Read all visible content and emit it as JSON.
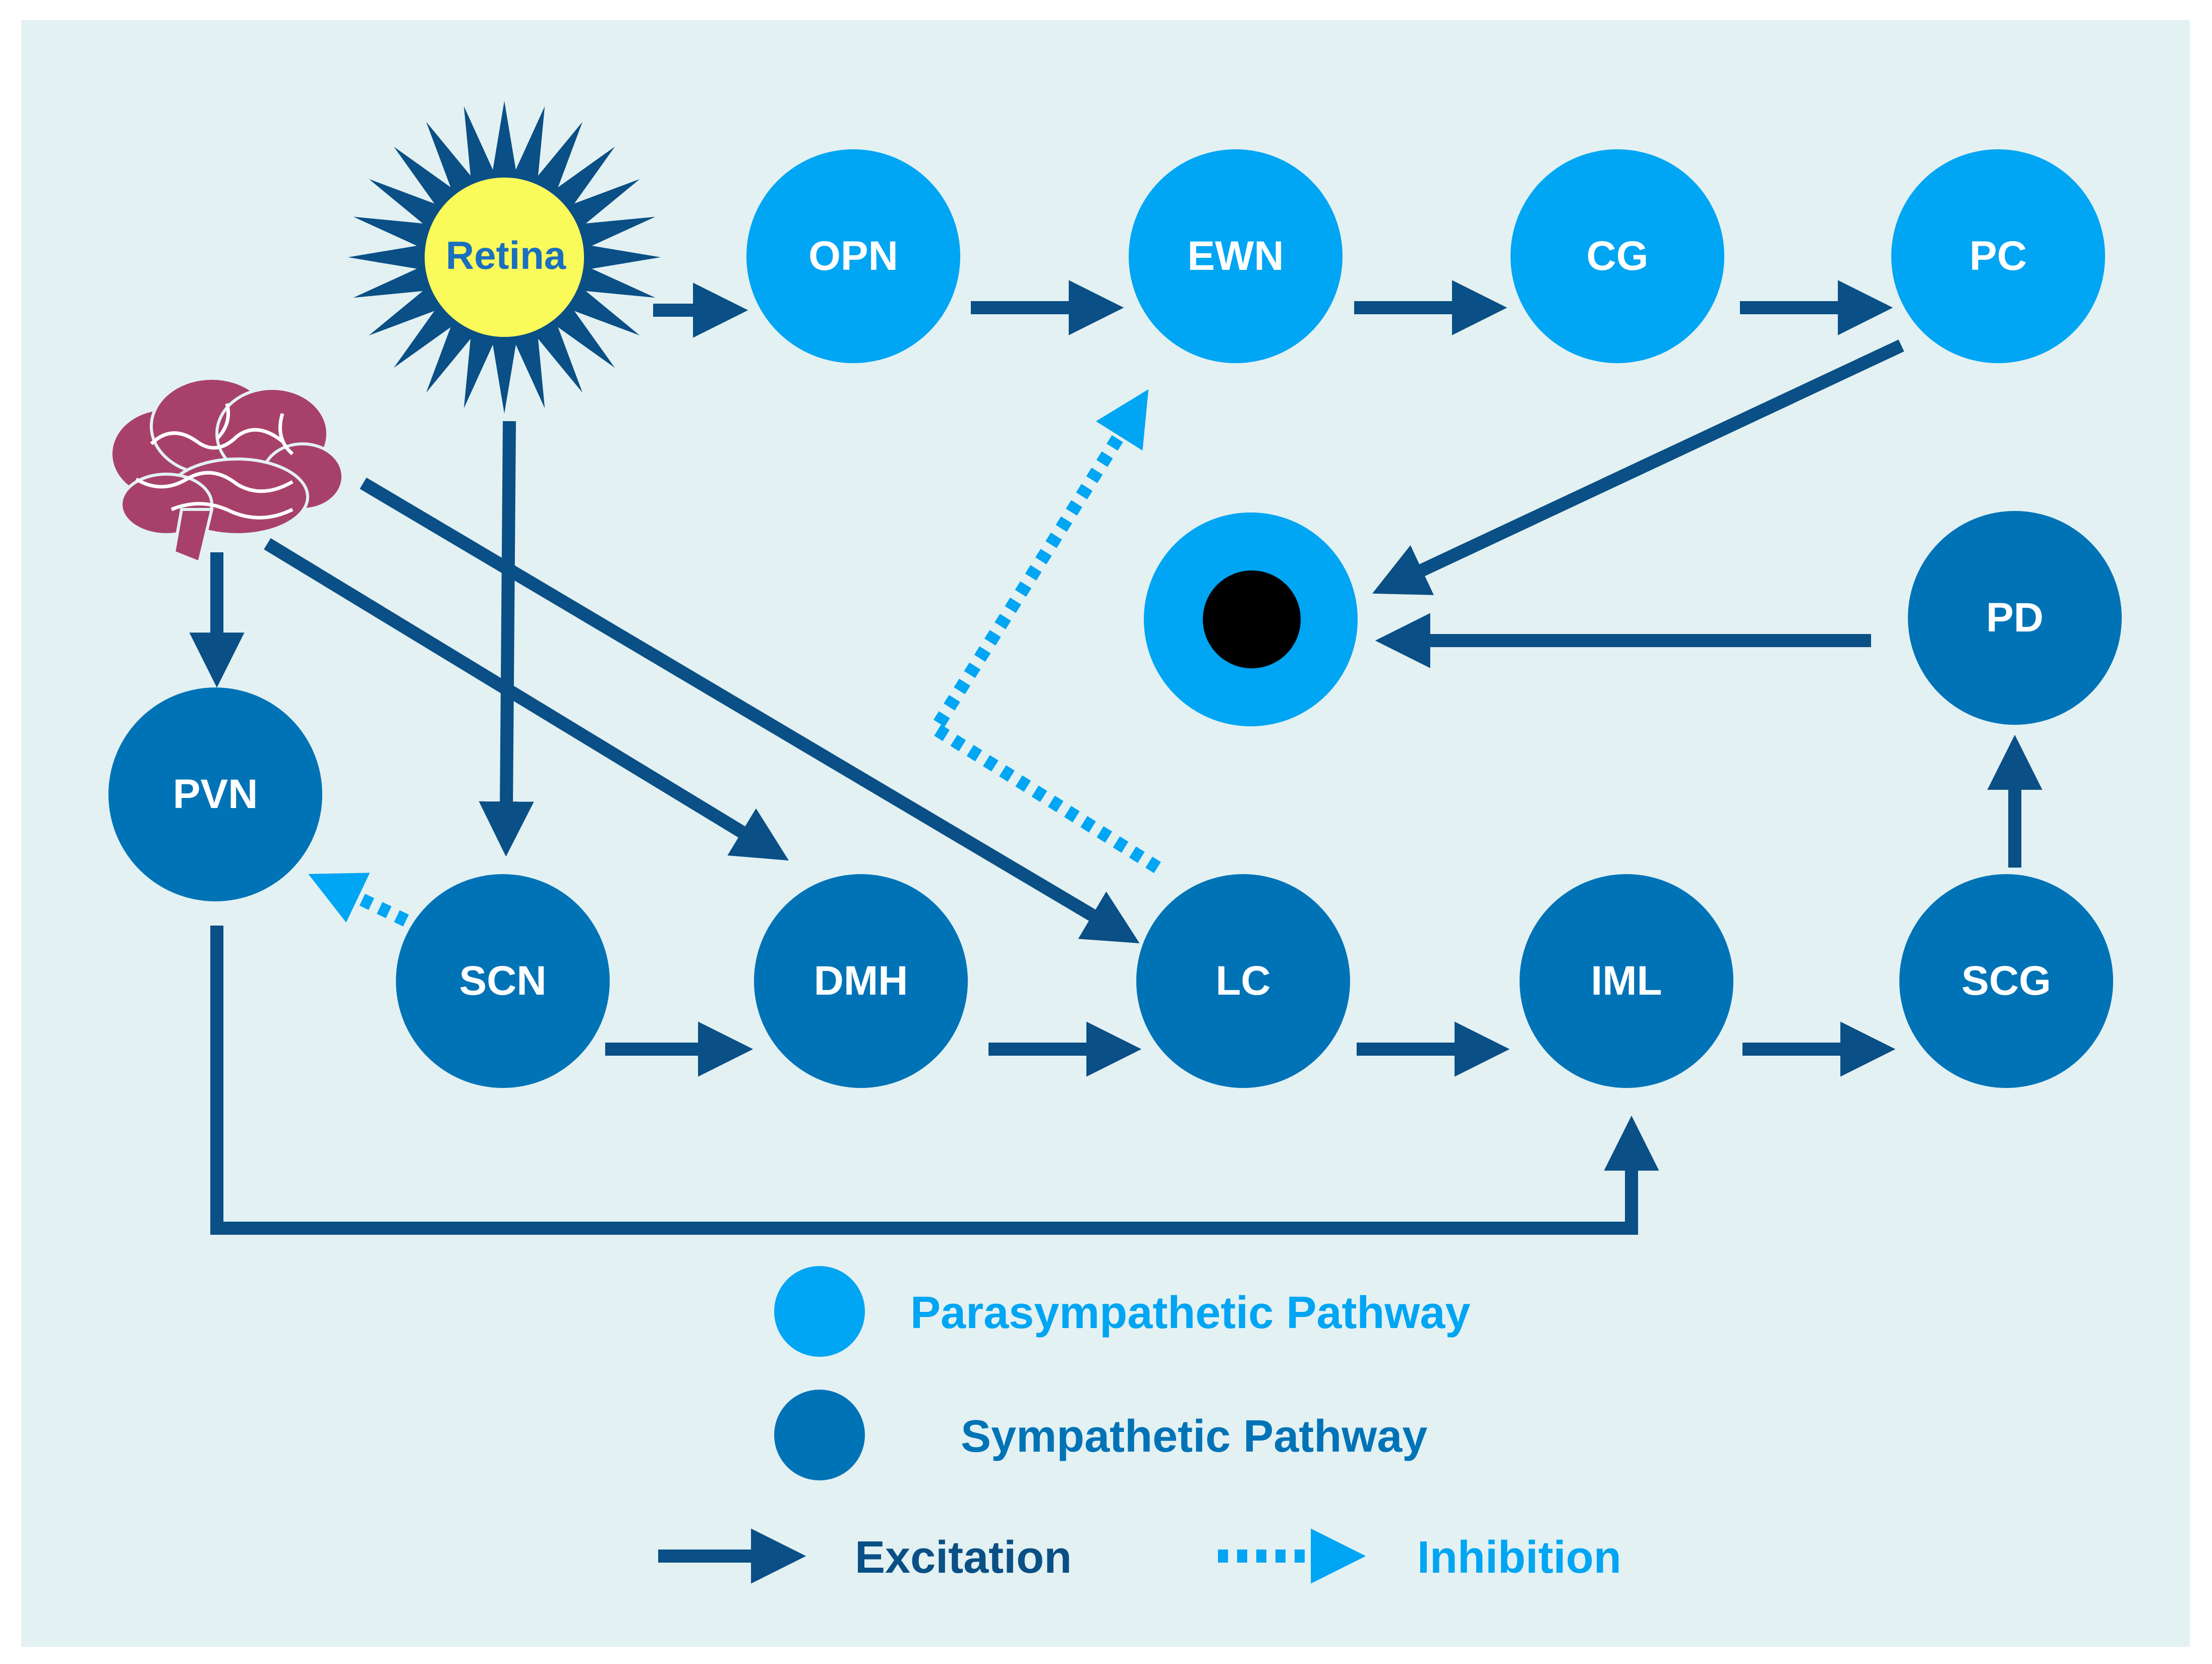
{
  "colors": {
    "background": "#e3f1f2",
    "parasympathetic": "#00a5f3",
    "sympathetic": "#0073b7",
    "arrow": "#0a4f85",
    "inhibition": "#00a5f3",
    "sun_rays": "#0a4f85",
    "sun_core": "#fafa5a",
    "retina_text": "#1a6fbf",
    "brain": "#a8416a",
    "pupil": "#000000",
    "excitation_text": "#0a4f85"
  },
  "nodes": {
    "retina": "Retina",
    "opn": "OPN",
    "ewn": "EWN",
    "cg": "CG",
    "pc": "PC",
    "pd": "PD",
    "pvn": "PVN",
    "scn": "SCN",
    "dmh": "DMH",
    "lc": "LC",
    "iml": "IML",
    "scg": "SCG"
  },
  "icons": {
    "brain": "brain-icon",
    "eye": "eye-icon",
    "sun": "sun-icon"
  },
  "legend": {
    "parasympathetic_label": "Parasympathetic Pathway",
    "sympathetic_label": "Sympathetic Pathway",
    "excitation_label": "Excitation",
    "inhibition_label": "Inhibition"
  }
}
